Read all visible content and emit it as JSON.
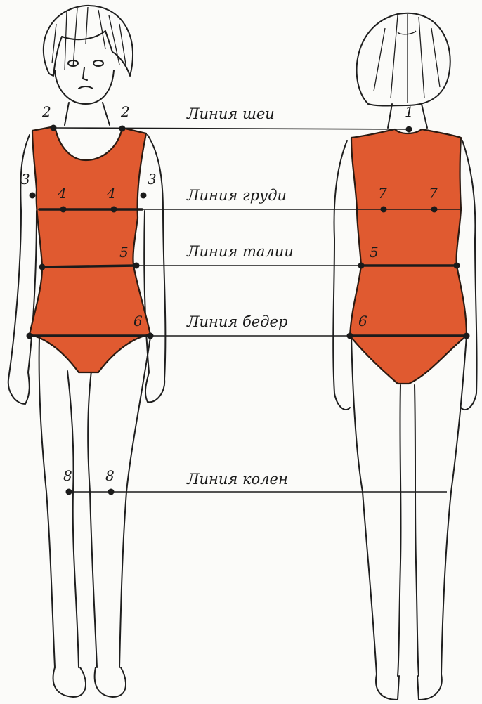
{
  "colors": {
    "suit": "#e05a30",
    "ink": "#1b1b1b",
    "paper": "#fbfbf9"
  },
  "lines": {
    "neck": "Линия шеи",
    "chest": "Линия груди",
    "waist": "Линия талии",
    "hips": "Линия бедер",
    "knees": "Линия колен"
  },
  "points": {
    "front_neck_left": "2",
    "front_neck_right": "2",
    "front_arm_left": "3",
    "front_arm_right": "3",
    "front_chest_left": "4",
    "front_chest_right": "4",
    "front_waist": "5",
    "front_hip": "6",
    "front_knee_left": "8",
    "front_knee_right": "8",
    "back_neck": "1",
    "back_chest_left": "7",
    "back_chest_right": "7",
    "back_waist": "5",
    "back_hip": "6"
  },
  "icons": [
    "front-figure-icon",
    "back-figure-icon"
  ]
}
